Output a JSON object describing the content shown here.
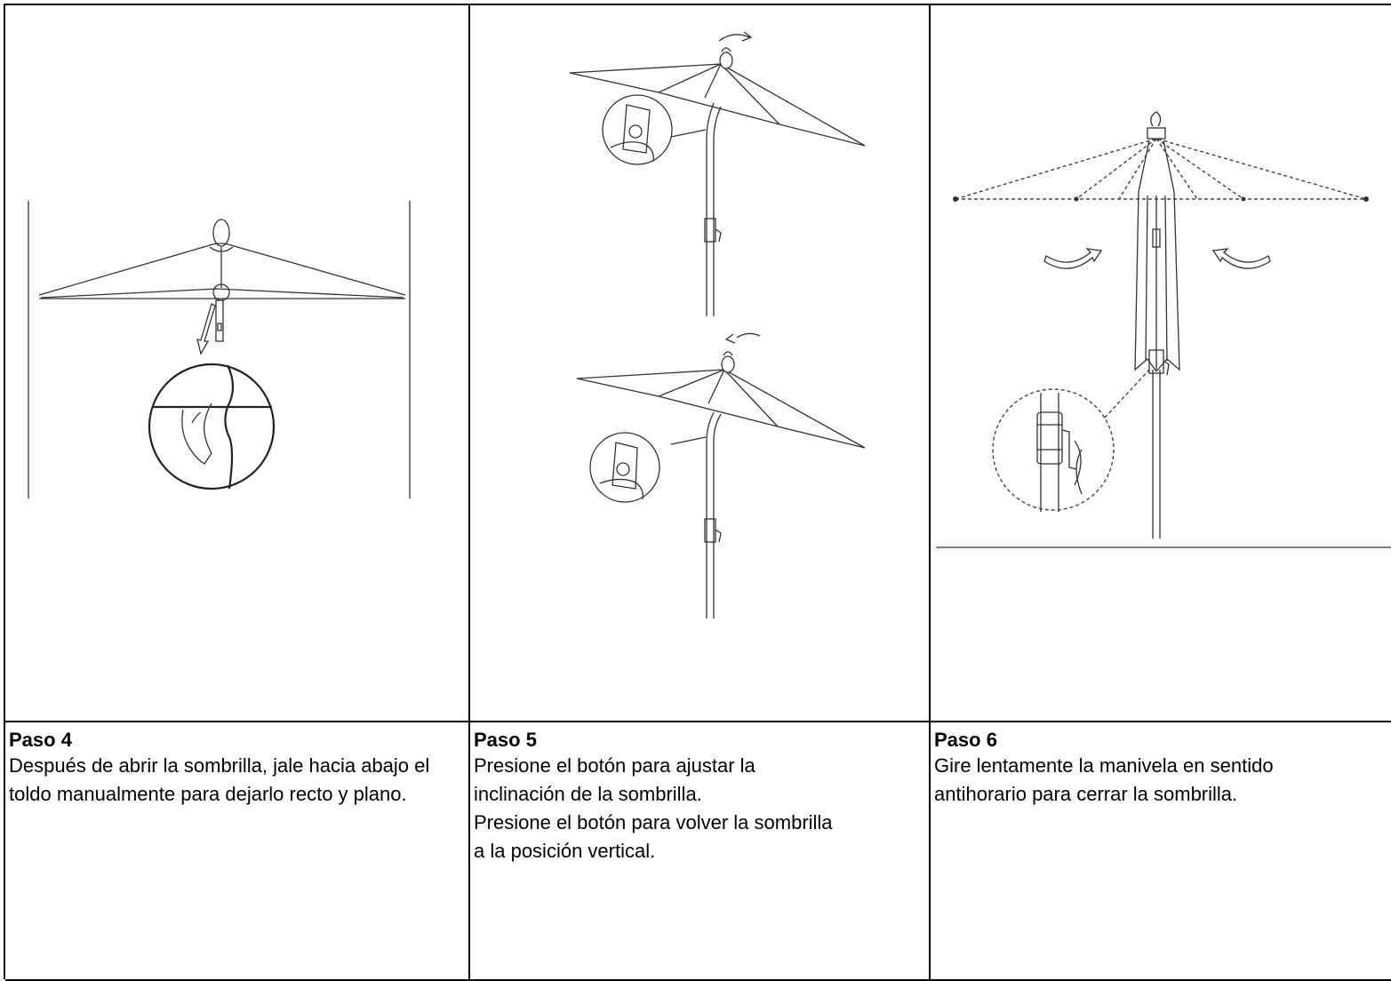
{
  "steps": [
    {
      "title": "Paso 4",
      "lines": [
        "Después de abrir la sombrilla, jale hacia abajo el toldo manualmente para dejarlo recto y plano."
      ],
      "illustration": "umbrella-pull-canopy-down"
    },
    {
      "title": "Paso 5",
      "lines": [
        "Presione el botón para ajustar la inclinación de la sombrilla.",
        "Presione el botón para volver la sombrilla a la posición vertical."
      ],
      "illustration": "umbrella-tilt-button"
    },
    {
      "title": "Paso 6",
      "lines": [
        "Gire lentamente la manivela en sentido antihorario para cerrar la sombrilla."
      ],
      "illustration": "umbrella-crank-close"
    }
  ]
}
